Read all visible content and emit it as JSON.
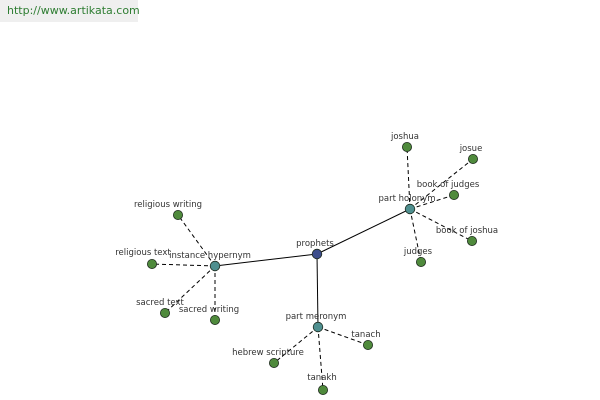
{
  "header": {
    "url": "http://www.artikata.com"
  },
  "colors": {
    "root_fill": "#3c4d8c",
    "relation_fill": "#4e8f8f",
    "leaf_fill": "#4f8a3c",
    "node_stroke": "#1e2a1e",
    "edge": "#000000",
    "url_text": "#2e7d32"
  },
  "graph": {
    "nodes": [
      {
        "id": "prophets",
        "label": "prophets",
        "kind": "root"
      },
      {
        "id": "instance",
        "label": "instance hypernym",
        "kind": "relation"
      },
      {
        "id": "holonym",
        "label": "part holonym",
        "kind": "relation"
      },
      {
        "id": "meronym",
        "label": "part meronym",
        "kind": "relation"
      },
      {
        "id": "religious_writing",
        "label": "religious writing",
        "kind": "leaf"
      },
      {
        "id": "religious_text",
        "label": "religious text",
        "kind": "leaf"
      },
      {
        "id": "sacred_text",
        "label": "sacred text",
        "kind": "leaf"
      },
      {
        "id": "sacred_writing",
        "label": "sacred writing",
        "kind": "leaf"
      },
      {
        "id": "joshua",
        "label": "joshua",
        "kind": "leaf"
      },
      {
        "id": "josue",
        "label": "josue",
        "kind": "leaf"
      },
      {
        "id": "book_of_judges",
        "label": "book of judges",
        "kind": "leaf"
      },
      {
        "id": "book_of_joshua",
        "label": "book of joshua",
        "kind": "leaf"
      },
      {
        "id": "judges",
        "label": "judges",
        "kind": "leaf"
      },
      {
        "id": "tanach",
        "label": "tanach",
        "kind": "leaf"
      },
      {
        "id": "hebrew_scripture",
        "label": "hebrew scripture",
        "kind": "leaf"
      },
      {
        "id": "tanakh",
        "label": "tanakh",
        "kind": "leaf"
      }
    ],
    "edges": [
      {
        "from": "prophets",
        "to": "instance",
        "style": "solid"
      },
      {
        "from": "prophets",
        "to": "holonym",
        "style": "solid"
      },
      {
        "from": "prophets",
        "to": "meronym",
        "style": "solid"
      },
      {
        "from": "instance",
        "to": "religious_writing",
        "style": "dashed"
      },
      {
        "from": "instance",
        "to": "religious_text",
        "style": "dashed"
      },
      {
        "from": "instance",
        "to": "sacred_text",
        "style": "dashed"
      },
      {
        "from": "instance",
        "to": "sacred_writing",
        "style": "dashed"
      },
      {
        "from": "holonym",
        "to": "joshua",
        "style": "dashed"
      },
      {
        "from": "holonym",
        "to": "josue",
        "style": "dashed"
      },
      {
        "from": "holonym",
        "to": "book_of_judges",
        "style": "dashed"
      },
      {
        "from": "holonym",
        "to": "book_of_joshua",
        "style": "dashed"
      },
      {
        "from": "holonym",
        "to": "judges",
        "style": "dashed"
      },
      {
        "from": "meronym",
        "to": "tanach",
        "style": "dashed"
      },
      {
        "from": "meronym",
        "to": "hebrew_scripture",
        "style": "dashed"
      },
      {
        "from": "meronym",
        "to": "tanakh",
        "style": "dashed"
      }
    ]
  }
}
